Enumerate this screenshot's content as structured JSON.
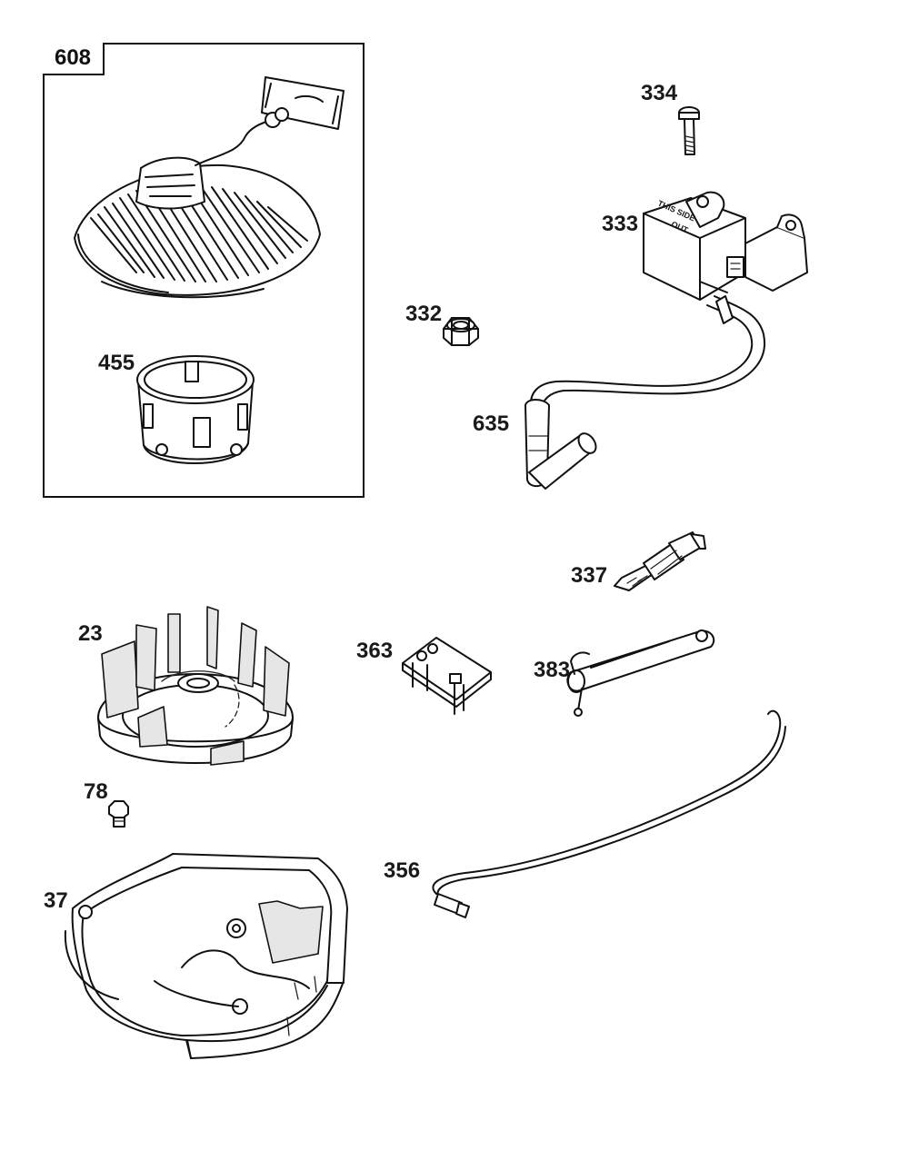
{
  "kit_box": {
    "label": "608"
  },
  "callouts": {
    "p608": "608",
    "p455": "455",
    "p334": "334",
    "p333": "333",
    "p332": "332",
    "p635": "635",
    "p337": "337",
    "p23": "23",
    "p363": "363",
    "p383": "383",
    "p78": "78",
    "p356": "356",
    "p37": "37"
  },
  "coil_marking": {
    "line1": "THIS SIDE",
    "line2": "OUT"
  },
  "colors": {
    "line": "#111111",
    "fill": "#ffffff",
    "shade": "#e6e6e6"
  }
}
